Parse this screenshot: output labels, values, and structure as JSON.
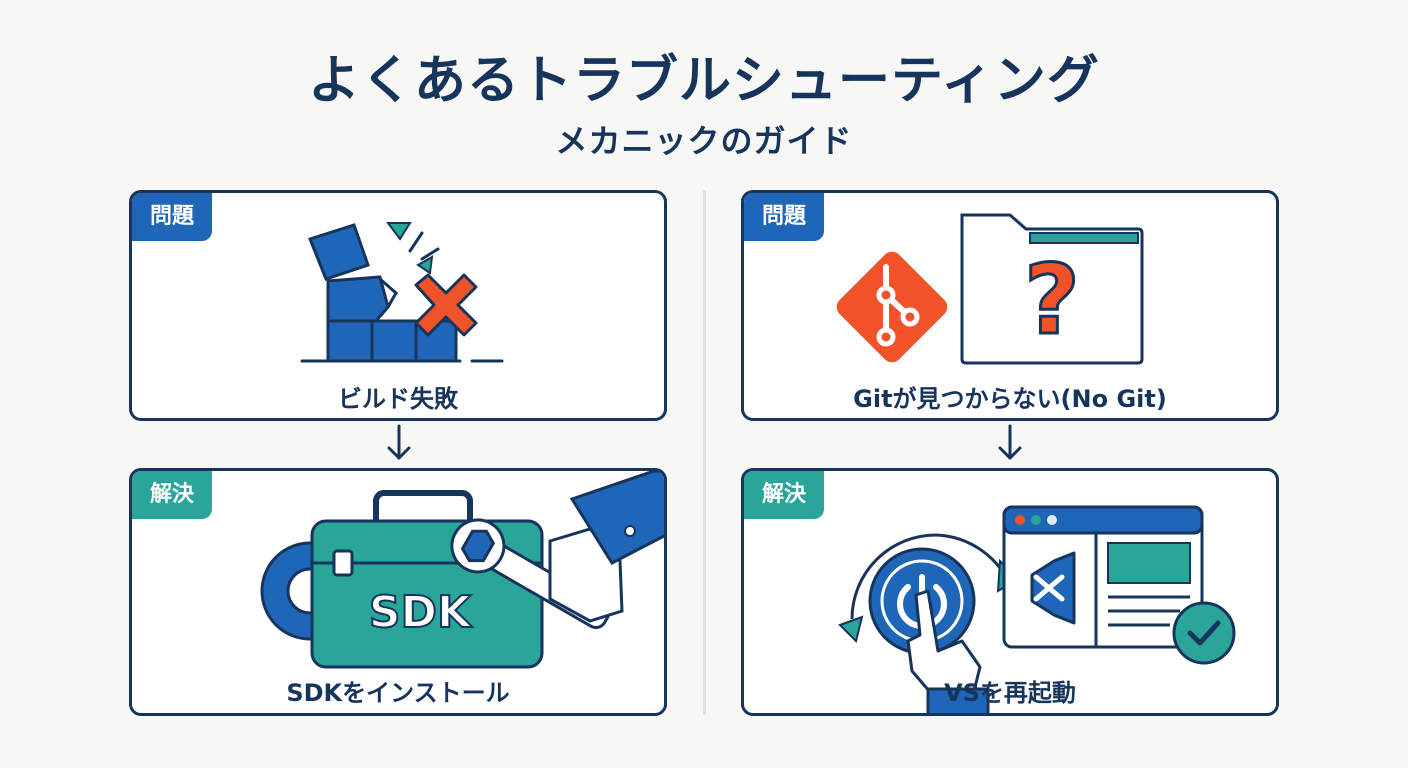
{
  "header": {
    "title": "よくあるトラブルシューティング",
    "subtitle": "メカニックのガイド"
  },
  "left": {
    "problem": {
      "tag": "問題",
      "caption": "ビルド失敗",
      "icon": "broken-blocks-x-icon"
    },
    "solution": {
      "tag": "解決",
      "caption": "SDKをインストール",
      "toolbox_label": "SDK",
      "icon": "toolbox-wrench-icon"
    }
  },
  "right": {
    "problem": {
      "tag": "問題",
      "caption": "Gitが見つからない(No Git)",
      "icon": "git-folder-question-icon"
    },
    "solution": {
      "tag": "解決",
      "caption": "VSを再起動",
      "icon": "power-restart-vs-icon"
    }
  },
  "colors": {
    "navy": "#16345c",
    "blue": "#1f66b8",
    "teal": "#2aa59a",
    "orange": "#f0522a"
  }
}
